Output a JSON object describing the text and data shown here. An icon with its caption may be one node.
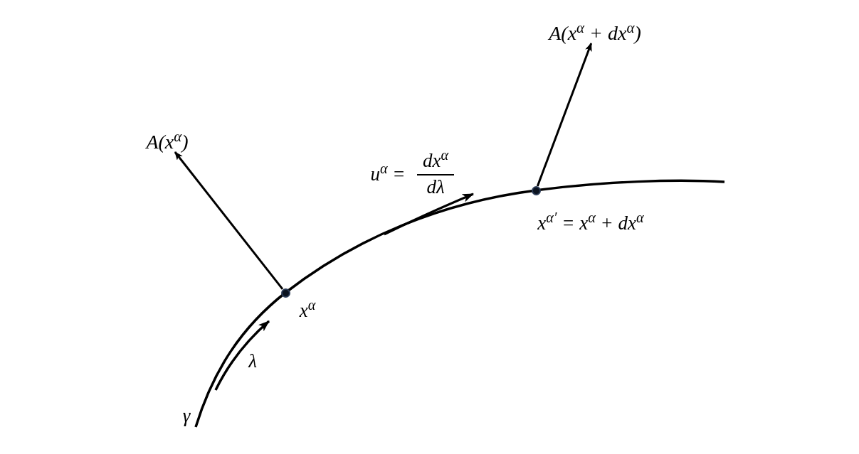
{
  "diagram": {
    "nodes": [
      {
        "text": [],
        "shape": "circle",
        "beside": [
          "x$^{α}$"
        ]
      },
      {
        "text": [
          "A(x$^{α}$)"
        ]
      },
      {
        "text": [],
        "shape": "circle",
        "beside": [
          "x$^{α′}$ = x$^{α}$ + dx$^{α}$"
        ]
      },
      {
        "text": [
          "A(x$^{α}$ + dx$^{α}$)"
        ]
      }
    ],
    "edges": [
      {
        "from": 0,
        "to": 1,
        "arrow": "to"
      },
      {
        "from": 2,
        "to": 3,
        "arrow": "to"
      }
    ],
    "labels": [
      "γ",
      "λ",
      "u$^{α}$ =",
      "dx$^{α}$",
      "dλ"
    ]
  }
}
